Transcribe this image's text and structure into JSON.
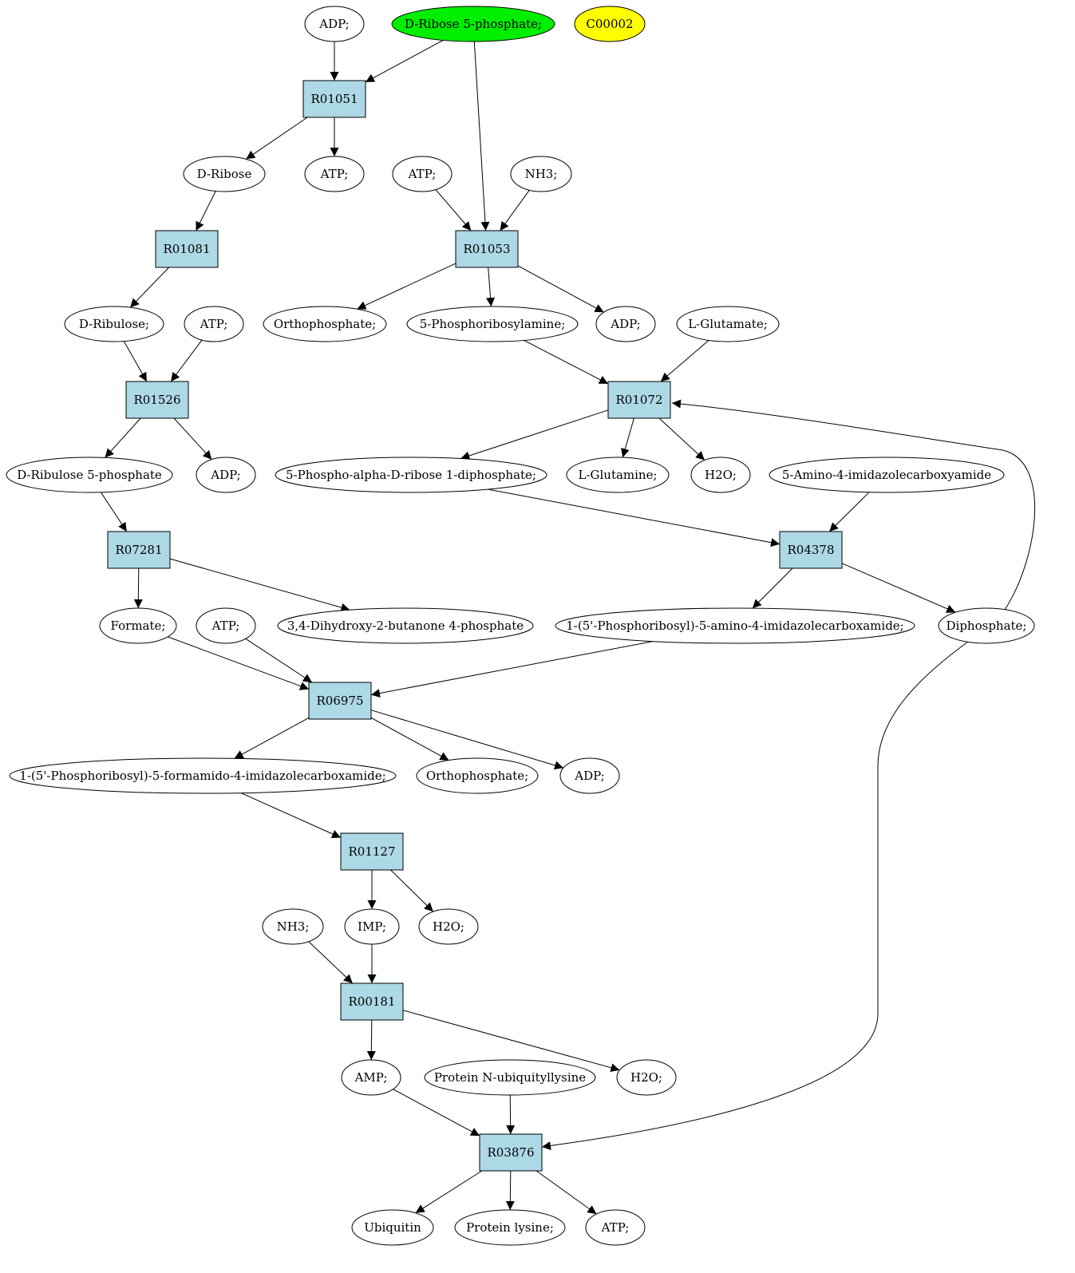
{
  "colors": {
    "reaction_fill": "#add8e6",
    "compound_fill": "#ffffff",
    "highlight_green": "#00ee00",
    "highlight_yellow": "#ffff00",
    "edge": "#000000"
  },
  "nodes": [
    {
      "id": "adp1",
      "label": "ADP;",
      "kind": "compound"
    },
    {
      "id": "dr5p",
      "label": "D-Ribose 5-phosphate;",
      "kind": "compound",
      "fill": "green"
    },
    {
      "id": "c00002",
      "label": "C00002",
      "kind": "compound",
      "fill": "yellow"
    },
    {
      "id": "R01051",
      "label": "R01051",
      "kind": "reaction"
    },
    {
      "id": "dribose",
      "label": "D-Ribose",
      "kind": "compound"
    },
    {
      "id": "atp1",
      "label": "ATP;",
      "kind": "compound"
    },
    {
      "id": "atp2",
      "label": "ATP;",
      "kind": "compound"
    },
    {
      "id": "nh3a",
      "label": "NH3;",
      "kind": "compound"
    },
    {
      "id": "R01081",
      "label": "R01081",
      "kind": "reaction"
    },
    {
      "id": "R01053",
      "label": "R01053",
      "kind": "reaction"
    },
    {
      "id": "dribulose",
      "label": "D-Ribulose;",
      "kind": "compound"
    },
    {
      "id": "atp3",
      "label": "ATP;",
      "kind": "compound"
    },
    {
      "id": "ortho1",
      "label": "Orthophosphate;",
      "kind": "compound"
    },
    {
      "id": "prpa",
      "label": "5-Phosphoribosylamine;",
      "kind": "compound"
    },
    {
      "id": "adp2",
      "label": "ADP;",
      "kind": "compound"
    },
    {
      "id": "lglu",
      "label": "L-Glutamate;",
      "kind": "compound"
    },
    {
      "id": "R01526",
      "label": "R01526",
      "kind": "reaction"
    },
    {
      "id": "R01072",
      "label": "R01072",
      "kind": "reaction"
    },
    {
      "id": "dru5p",
      "label": "D-Ribulose 5-phosphate",
      "kind": "compound"
    },
    {
      "id": "adp3",
      "label": "ADP;",
      "kind": "compound"
    },
    {
      "id": "prpp",
      "label": "5-Phospho-alpha-D-ribose 1-diphosphate;",
      "kind": "compound"
    },
    {
      "id": "lgln",
      "label": "L-Glutamine;",
      "kind": "compound"
    },
    {
      "id": "h2o1",
      "label": "H2O;",
      "kind": "compound"
    },
    {
      "id": "aica",
      "label": "5-Amino-4-imidazolecarboxyamide",
      "kind": "compound"
    },
    {
      "id": "R07281",
      "label": "R07281",
      "kind": "reaction"
    },
    {
      "id": "R04378",
      "label": "R04378",
      "kind": "reaction"
    },
    {
      "id": "formate",
      "label": "Formate;",
      "kind": "compound"
    },
    {
      "id": "atp4",
      "label": "ATP;",
      "kind": "compound"
    },
    {
      "id": "dhbp",
      "label": "3,4-Dihydroxy-2-butanone 4-phosphate",
      "kind": "compound"
    },
    {
      "id": "aicar",
      "label": "1-(5'-Phosphoribosyl)-5-amino-4-imidazolecarboxamide;",
      "kind": "compound"
    },
    {
      "id": "diphos",
      "label": "Diphosphate;",
      "kind": "compound"
    },
    {
      "id": "R06975",
      "label": "R06975",
      "kind": "reaction"
    },
    {
      "id": "faicar",
      "label": "1-(5'-Phosphoribosyl)-5-formamido-4-imidazolecarboxamide;",
      "kind": "compound"
    },
    {
      "id": "ortho2",
      "label": "Orthophosphate;",
      "kind": "compound"
    },
    {
      "id": "adp4",
      "label": "ADP;",
      "kind": "compound"
    },
    {
      "id": "R01127",
      "label": "R01127",
      "kind": "reaction"
    },
    {
      "id": "nh3b",
      "label": "NH3;",
      "kind": "compound"
    },
    {
      "id": "imp",
      "label": "IMP;",
      "kind": "compound"
    },
    {
      "id": "h2o2",
      "label": "H2O;",
      "kind": "compound"
    },
    {
      "id": "R00181",
      "label": "R00181",
      "kind": "reaction"
    },
    {
      "id": "amp",
      "label": "AMP;",
      "kind": "compound"
    },
    {
      "id": "pnub",
      "label": "Protein N-ubiquityllysine",
      "kind": "compound"
    },
    {
      "id": "h2o3",
      "label": "H2O;",
      "kind": "compound"
    },
    {
      "id": "R03876",
      "label": "R03876",
      "kind": "reaction"
    },
    {
      "id": "ubiq",
      "label": "Ubiquitin",
      "kind": "compound"
    },
    {
      "id": "plys",
      "label": "Protein lysine;",
      "kind": "compound"
    },
    {
      "id": "atp5",
      "label": "ATP;",
      "kind": "compound"
    }
  ],
  "edges": [
    [
      "adp1",
      "R01051"
    ],
    [
      "dr5p",
      "R01051"
    ],
    [
      "dr5p",
      "R01053"
    ],
    [
      "R01051",
      "dribose"
    ],
    [
      "R01051",
      "atp1"
    ],
    [
      "atp2",
      "R01053"
    ],
    [
      "nh3a",
      "R01053"
    ],
    [
      "dribose",
      "R01081"
    ],
    [
      "R01081",
      "dribulose"
    ],
    [
      "R01053",
      "ortho1"
    ],
    [
      "R01053",
      "prpa"
    ],
    [
      "R01053",
      "adp2"
    ],
    [
      "dribulose",
      "R01526"
    ],
    [
      "atp3",
      "R01526"
    ],
    [
      "prpa",
      "R01072"
    ],
    [
      "lglu",
      "R01072"
    ],
    [
      "R01526",
      "dru5p"
    ],
    [
      "R01526",
      "adp3"
    ],
    [
      "R01072",
      "prpp"
    ],
    [
      "R01072",
      "lgln"
    ],
    [
      "R01072",
      "h2o1"
    ],
    [
      "prpp",
      "R04378"
    ],
    [
      "aica",
      "R04378"
    ],
    [
      "dru5p",
      "R07281"
    ],
    [
      "R04378",
      "aicar"
    ],
    [
      "R04378",
      "diphos"
    ],
    [
      "diphos",
      "R01072"
    ],
    [
      "R07281",
      "formate"
    ],
    [
      "R07281",
      "dhbp"
    ],
    [
      "formate",
      "R06975"
    ],
    [
      "atp4",
      "R06975"
    ],
    [
      "aicar",
      "R06975"
    ],
    [
      "R06975",
      "faicar"
    ],
    [
      "R06975",
      "ortho2"
    ],
    [
      "R06975",
      "adp4"
    ],
    [
      "faicar",
      "R01127"
    ],
    [
      "R01127",
      "imp"
    ],
    [
      "R01127",
      "h2o2"
    ],
    [
      "nh3b",
      "R00181"
    ],
    [
      "imp",
      "R00181"
    ],
    [
      "R00181",
      "amp"
    ],
    [
      "R00181",
      "h2o3"
    ],
    [
      "amp",
      "R03876"
    ],
    [
      "pnub",
      "R03876"
    ],
    [
      "diphos",
      "R03876"
    ],
    [
      "R03876",
      "ubiq"
    ],
    [
      "R03876",
      "plys"
    ],
    [
      "R03876",
      "atp5"
    ]
  ]
}
